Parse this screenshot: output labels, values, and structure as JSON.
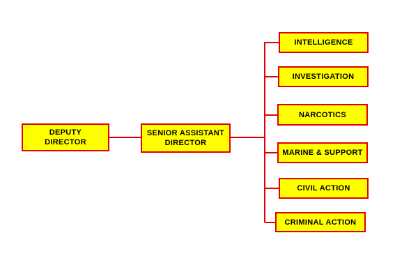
{
  "colors": {
    "box_fill": "#ffff00",
    "box_border": "#e30000",
    "connector": "#e30000",
    "background": "#ffffff"
  },
  "chart": {
    "root": {
      "label": "DEPUTY\nDIRECTOR"
    },
    "middle": {
      "label": "SENIOR ASSISTANT\nDIRECTOR"
    },
    "children": [
      {
        "label": "INTELLIGENCE"
      },
      {
        "label": "INVESTIGATION"
      },
      {
        "label": "NARCOTICS"
      },
      {
        "label": "MARINE & SUPPORT"
      },
      {
        "label": "CIVIL ACTION"
      },
      {
        "label": "CRIMINAL ACTION"
      }
    ]
  }
}
